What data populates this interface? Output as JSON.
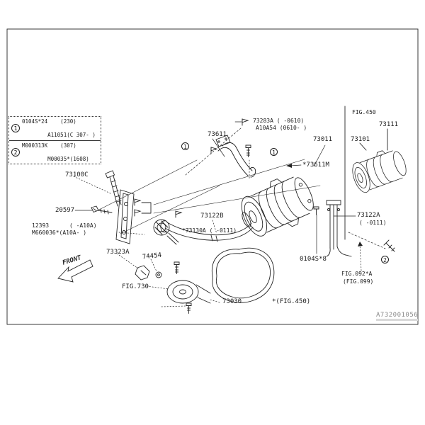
{
  "figure": {
    "watermark": "A732001056",
    "front_label": "FRONT"
  },
  "legend": {
    "rows": [
      {
        "num": "1",
        "line1": "0104S*24    (230)",
        "line2": "A11051(C 307- )"
      },
      {
        "num": "2",
        "line1": "M000313K    (307)",
        "line2": "M00035*(1608)"
      }
    ]
  },
  "markers": {
    "c1": "1",
    "c2": "2"
  },
  "labels": {
    "l73100c": "73100C",
    "l20597": "20597",
    "l12393_1": "12393      ( -A10A)",
    "l12393_2": "M660036*(A10A- )",
    "l73323a": "73323A",
    "l74454": "74454",
    "fig730": "FIG.730",
    "l73030": "73030",
    "fig450_ref": "*(FIG.450)",
    "l0104s8": "0104S*8",
    "fig092_1": "FIG.092*A",
    "fig092_2": "(FIG.099)",
    "l73122b": "73122B",
    "l73130a": "*73130A ( -0111)",
    "l73611": "73611",
    "l73283a_1": "73283A ( -0610)",
    "l73283a_2": "A10A54 (0610- )",
    "l73011": "73011",
    "l73611m": "*73611M",
    "inset_fig": "FIG.450",
    "inset_73111": "73111",
    "inset_73101": "73101",
    "l73122a_1": "73122A",
    "l73122a_2": "( -0111)"
  }
}
